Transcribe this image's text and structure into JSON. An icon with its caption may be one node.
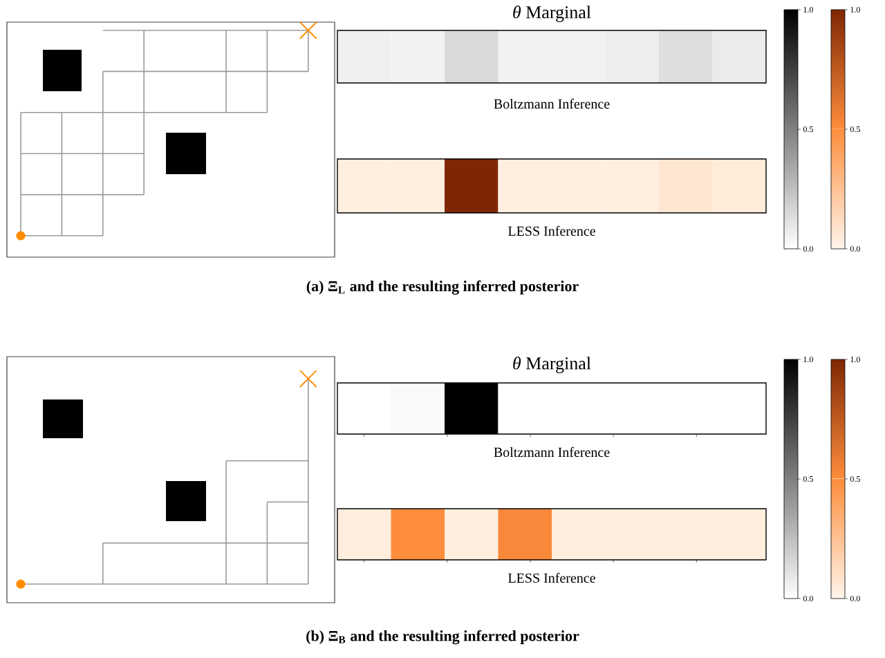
{
  "diagram": {
    "labels": [
      "*θ* Marginal",
      "1.0",
      "1.0",
      "Boltzmann Inference",
      "0.5",
      "0.5",
      "LESS Inference",
      "0.0",
      "0.0",
      "(a) Ξ$_{L}$ and the resulting inferred posterior",
      "*θ* Marginal",
      "1.0",
      "1.0",
      "Boltzmann Inference",
      "0.5",
      "0.5",
      "LESS Inference",
      "0.0",
      "0.0",
      "(b) Ξ$_{B}$ and the resulting inferred posterior"
    ]
  }
}
